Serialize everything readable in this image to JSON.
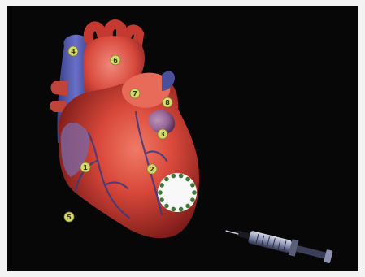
{
  "colors": {
    "background": "#070707",
    "frame": "#f3f3f3",
    "heart_red": "#c8322a",
    "vein_blue": "#5a5fb0",
    "marker_fill": "#d8d86a",
    "marker_text": "#2a3a10",
    "patch_white": "#ffffff",
    "patch_dots": "#3f7a3a"
  },
  "markers": [
    {
      "label": "1"
    },
    {
      "label": "2"
    },
    {
      "label": "3"
    },
    {
      "label": "4"
    },
    {
      "label": "5"
    },
    {
      "label": "6"
    },
    {
      "label": "7"
    },
    {
      "label": "8"
    }
  ],
  "objects": {
    "heart": "heart-model",
    "patch": "cell-patch",
    "syringe": "syringe"
  }
}
